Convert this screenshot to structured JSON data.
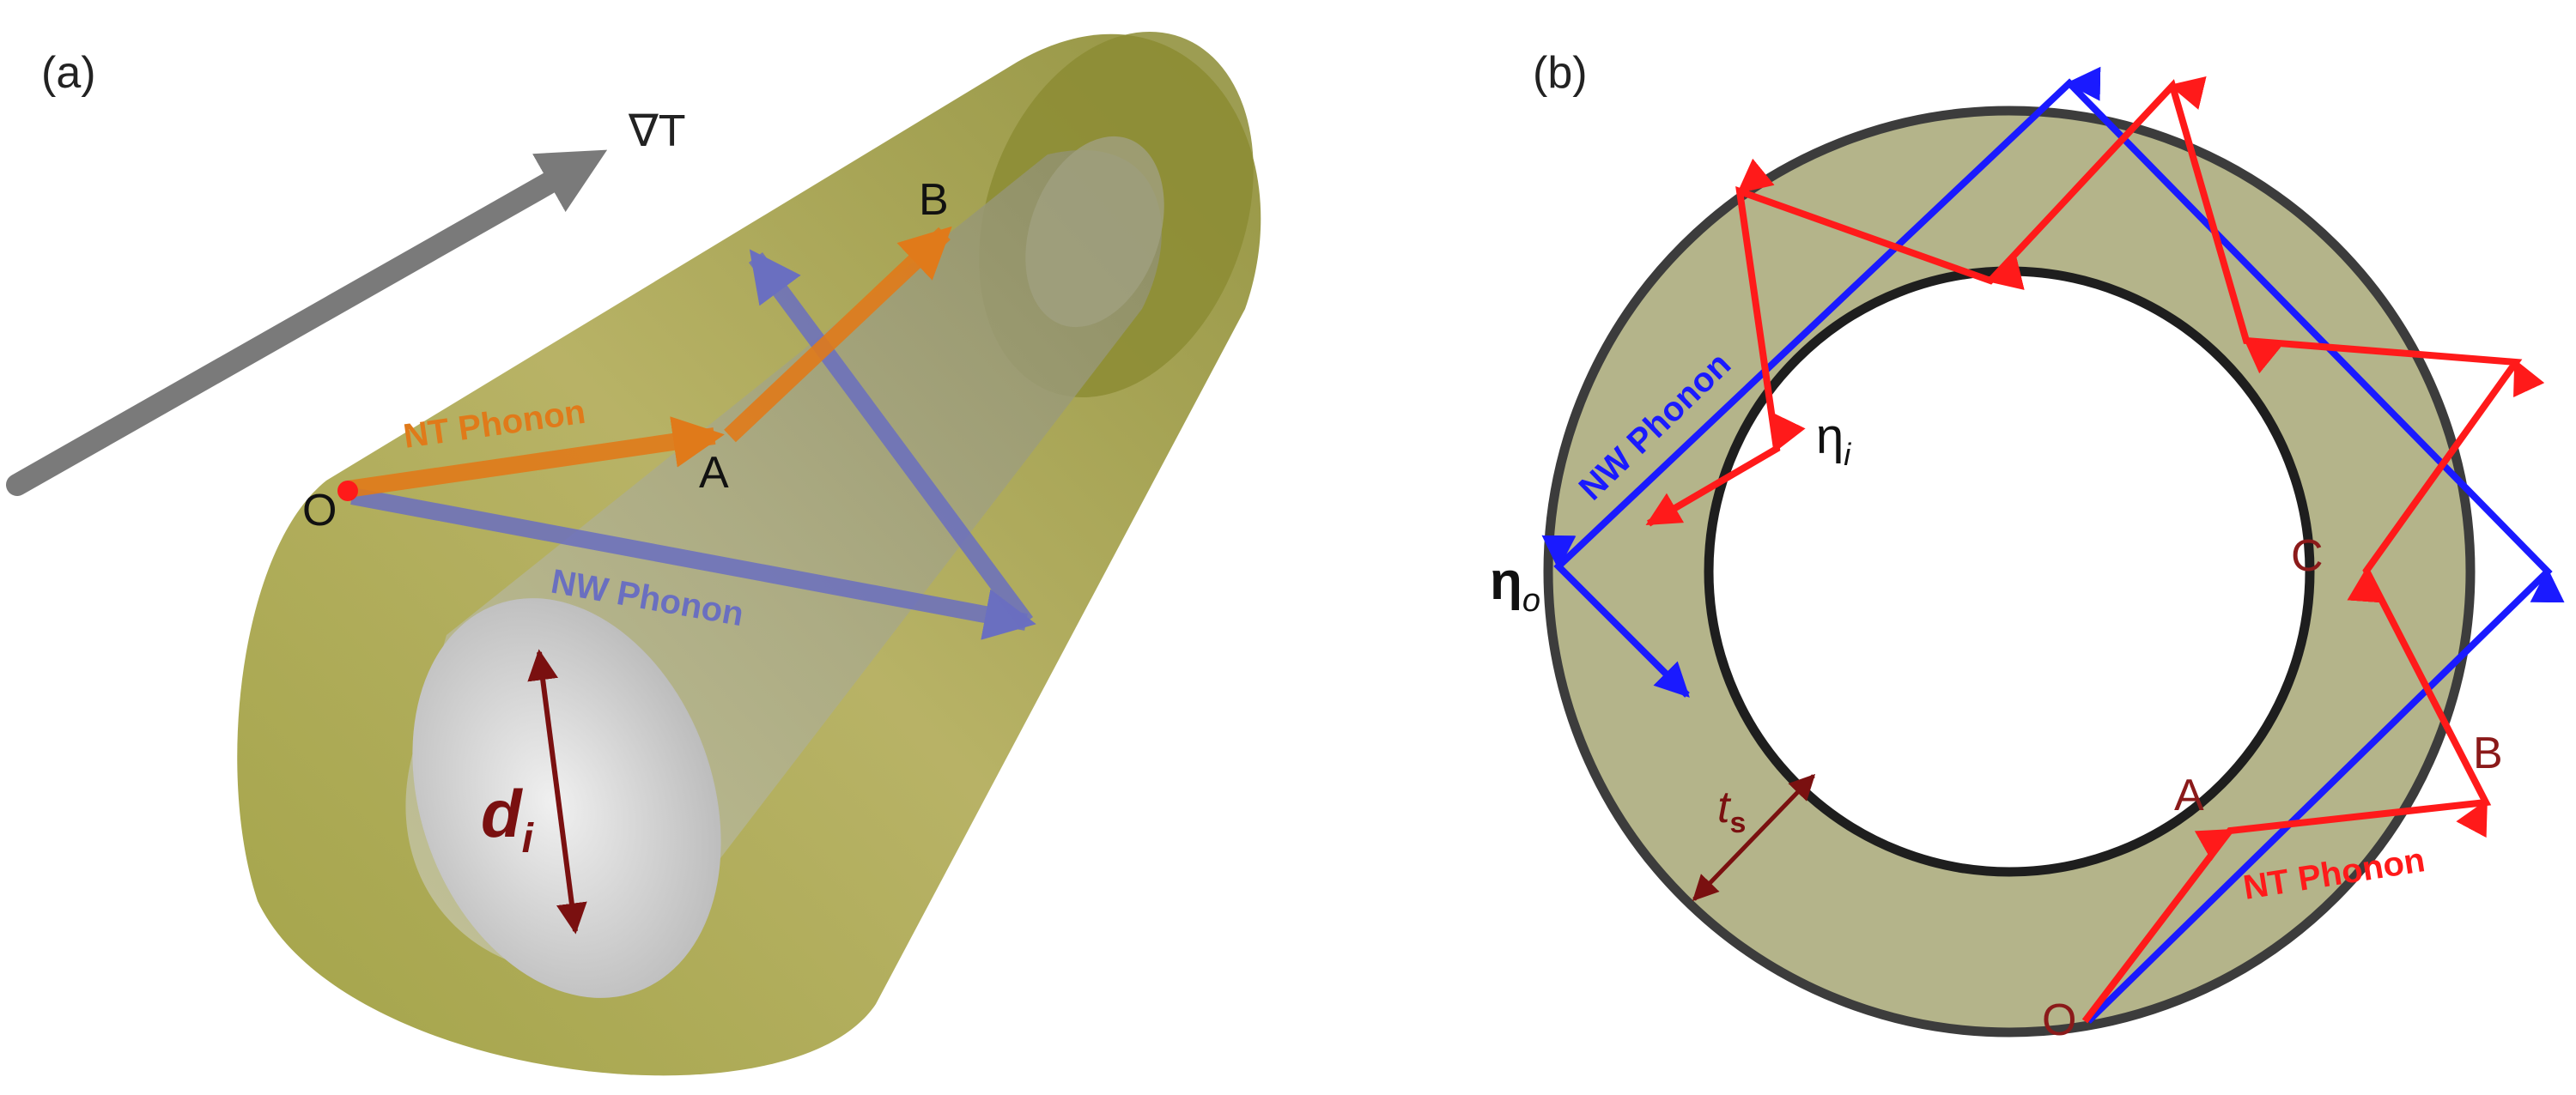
{
  "panel_a": {
    "label": "(a)",
    "gradient_label": "∇T",
    "point_o": "O",
    "point_a": "A",
    "point_b": "B",
    "nt_phonon": "NT Phonon",
    "nw_phonon": "NW Phonon",
    "diameter_symbol": "d",
    "diameter_subscript": "i"
  },
  "panel_b": {
    "label": "(b)",
    "point_o": "O",
    "point_a": "A",
    "point_b": "B",
    "point_c": "C",
    "nt_phonon": "NT Phonon",
    "nw_phonon": "NW Phonon",
    "eta_symbol": "η",
    "eta_inner_subscript": "i",
    "eta_outer_subscript": "o",
    "thickness_symbol": "t",
    "thickness_subscript": "s"
  },
  "colors": {
    "nt_phonon_a": "#e07a1a",
    "nw_phonon_a": "#6a6fc0",
    "nt_phonon_b": "#ff1a1a",
    "nw_phonon_b": "#1a1aff",
    "shell": "#b4b48a",
    "tube_outer": "#9b9b3a",
    "dimension": "#7a1010",
    "gradient_arrow": "#7a7a7a"
  }
}
